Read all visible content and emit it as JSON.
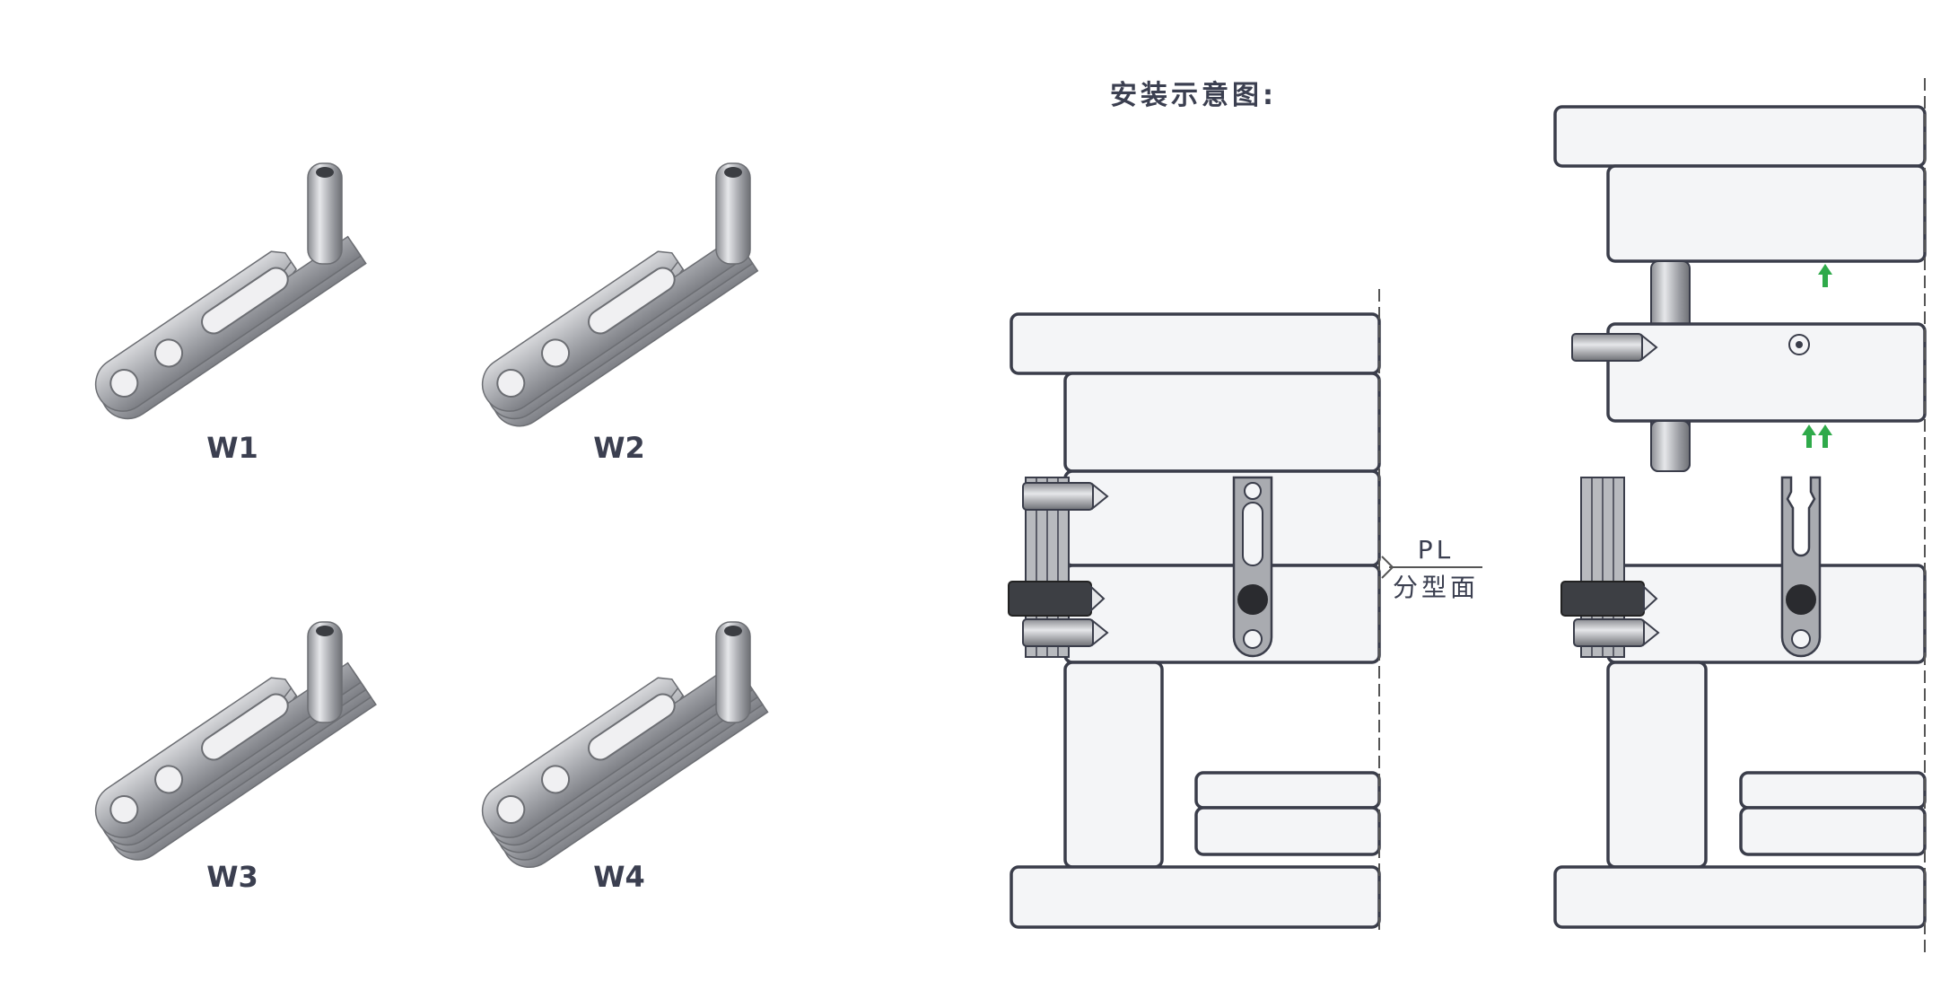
{
  "parts": [
    {
      "label": "W1",
      "layers": 1
    },
    {
      "label": "W2",
      "layers": 2
    },
    {
      "label": "W3",
      "layers": 3
    },
    {
      "label": "W4",
      "layers": 4
    }
  ],
  "installation": {
    "title": "安装示意图:",
    "parting_line_abbr": "PL",
    "parting_line_name": "分型面"
  },
  "colors": {
    "outline": "#3a3d4a",
    "plate": "#f4f5f7",
    "metal": "#a9abb0",
    "arrow": "#2faa4a"
  },
  "icons": [
    "arrow-up-icon"
  ]
}
